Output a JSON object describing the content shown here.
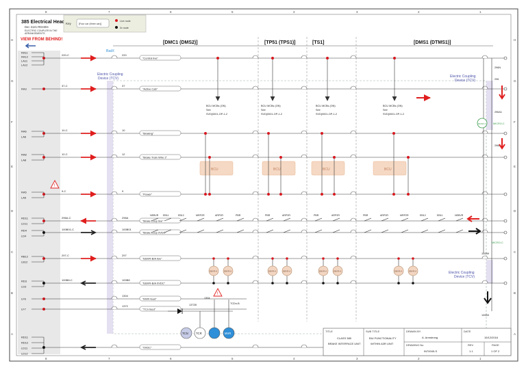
{
  "header": {
    "title": "385 Electrical Head",
    "subtitle_1": "Dec 3121-RD4304",
    "subtitle_2": "ELECTRIC COUPLER IN THE",
    "subtitle_3": "ARRANGEMENTS",
    "view_label": "VIEW FROM BEHIND!"
  },
  "key": {
    "label": "Key",
    "example": "[Four car (three car)]",
    "live_node": "Live node",
    "dc_node": "0v node"
  },
  "grid": {
    "columns_top": [
      "8",
      "7",
      "6",
      "5",
      "4",
      "3",
      "2",
      "1"
    ],
    "rows": [
      "H",
      "G",
      "F",
      "E",
      "D",
      "C",
      "B",
      "A"
    ]
  },
  "sections": [
    "[DMC1 (DMS2)]",
    "[TP51 (TPS1)]",
    "[TS1]",
    "[DMS1 (DTMS1)]"
  ],
  "signals": [
    {
      "pins": [
        "RA11",
        "RA12",
        "LA11",
        "LA12"
      ],
      "wire": "220-C",
      "num": "220",
      "label": "\"Control live\""
    },
    {
      "pins": [
        "RA3"
      ],
      "wire": "37-C",
      "num": "37",
      "label": "\"Active Cab\""
    },
    {
      "pins": [
        "RA6",
        "LA6"
      ],
      "wire": "10-C",
      "num": "10",
      "label": "\"Braking\""
    },
    {
      "pins": [
        "RA8",
        "LA8"
      ],
      "wire": "12-C",
      "num": "12",
      "label": "\"Brake Train Wire 2\""
    },
    {
      "pins": [
        "RA5",
        "LA5"
      ],
      "wire": "9-C",
      "num": "9",
      "label": "\"Power\""
    },
    {
      "pins": [
        "RD11",
        "LD11"
      ],
      "wire": "296A-C",
      "num": "296A",
      "label": "\"Brake Loop live\""
    },
    {
      "pins": [
        "RD4",
        "LD4"
      ],
      "wire": "100B01-C",
      "num": "100B01",
      "label": "\"Brake Loop 0VDC\""
    },
    {
      "pins": [
        "RB12",
        "LB12"
      ],
      "wire": "297-C",
      "num": "297",
      "label": "\"EBVR-B/A live\""
    },
    {
      "pins": [
        "RD3",
        "LD3"
      ],
      "wire": "100B8-C",
      "num": "100B8",
      "label": "\"EBVR-B/A 0VDC\""
    },
    {
      "pins": [
        "LF6"
      ],
      "wire": "",
      "num": "1304",
      "label": "\"MVR feed\""
    },
    {
      "pins": [
        "LF7"
      ],
      "wire": "",
      "num": "1372",
      "label": "\"TCn feed\""
    },
    {
      "pins": [
        "RD11",
        "RD12",
        "LD11",
        "LD12"
      ],
      "wire": "",
      "num": "",
      "label": "\"0VDC\""
    }
  ],
  "bcu_text": [
    "BCU MCBs (ON)",
    "See",
    "SVD(0001-OP-1-2"
  ],
  "bcu_box": "BCU",
  "coupling": "Electric Coupling Device (TCV)",
  "contacts": [
    "NEBVR",
    "EB11",
    "EB12",
    "MRP2R",
    "ARP2R",
    "PBR"
  ],
  "contacts_r": [
    "PBR",
    "ARP2R",
    "MRP2R",
    "EB12",
    "EB11",
    "NEBVR"
  ],
  "relay": "EBVR-A",
  "batx": "BatX",
  "right_wires": [
    "296N",
    "296",
    "296A1",
    "296B",
    "100B9",
    "100B3"
  ],
  "micro_c": "MICRO-C",
  "bottom": {
    "tcn": "TCN",
    "tcr": "TCR",
    "mvr": "MVR",
    "tcdn": "TCDn-B",
    "v1372b": "1372B",
    "v1304": "1304"
  },
  "title_block": {
    "title_label": "TITLE",
    "title": "CLASS 385",
    "title_2": "BRAKE INTERFACE UNIT",
    "sub_label": "SUB TITLE",
    "sub": "BIU FUNCTIONALITY",
    "sub_2": "WITHIN A3R UNIT",
    "drawn_label": "DRAWN BY",
    "drawn": "A. Armstrong",
    "date_label": "DATE",
    "date": "15/12/2016",
    "dwg_label": "DRAWING No",
    "dwg": "IN70045-S",
    "rev_label": "REV",
    "rev": "1.1",
    "page_label": "PAGE",
    "page": "1 OF 2"
  }
}
